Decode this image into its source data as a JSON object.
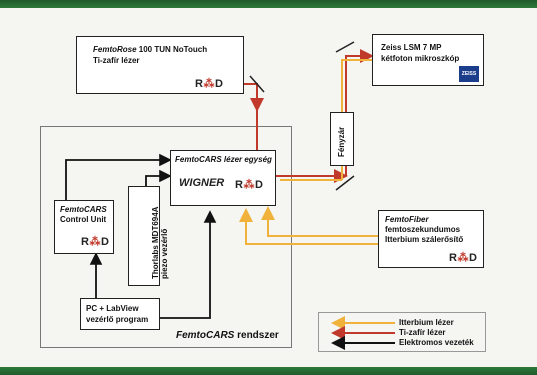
{
  "colors": {
    "ytterbium": "#f0b23a",
    "tisapphire": "#c0392b",
    "electronic": "#111111",
    "band": "#2e7a3a"
  },
  "femtorose": {
    "title_italic": "FemtoRose",
    "title_rest": " 100 TUN NoTouch",
    "subtitle": "Ti-zafír lézer"
  },
  "zeiss": {
    "line1": "Zeiss LSM 7 MP",
    "line2": "kétfoton mikroszkóp",
    "logo": "ZEISS"
  },
  "shutter": {
    "label": "Fényzár"
  },
  "femtocars_unit": {
    "title": "FemtoCARS lézer egység",
    "wigner": "WIGNER"
  },
  "control_unit": {
    "line1": "FemtoCARS",
    "line2": "Control Unit"
  },
  "thorlabs": {
    "label": "Thorlabs MDT694A piezo vezérlő"
  },
  "pc": {
    "line1": "PC + LabView",
    "line2": "vezérlő program"
  },
  "system": {
    "label_italic": "FemtoCARS",
    "label_rest": " rendszer"
  },
  "femtofiber": {
    "title": "FemtoFiber",
    "line2": "femtoszekundumos",
    "line3": "Itterbium szálerősítő"
  },
  "rd_logo": {
    "r": "R",
    "d": "D"
  },
  "legend": {
    "items": [
      {
        "label": "Itterbium lézer"
      },
      {
        "label": "Ti-zafír lézer"
      },
      {
        "label": "Elektromos vezeték"
      }
    ]
  }
}
